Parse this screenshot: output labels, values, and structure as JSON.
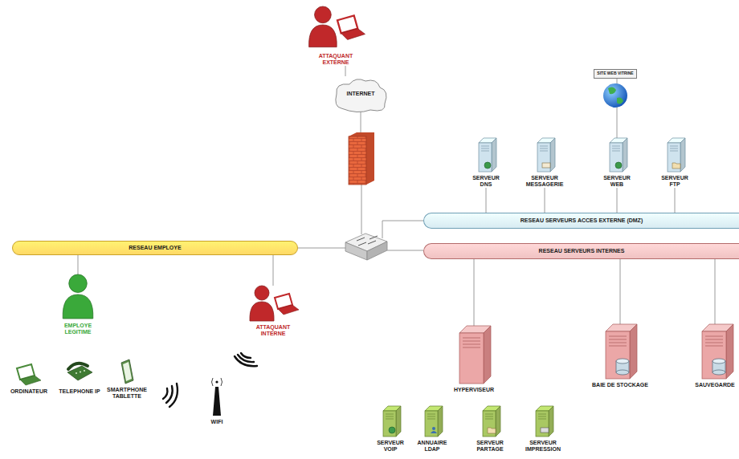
{
  "diagram": {
    "nodes": [
      {
        "text": [
          "ATTAQUANT EXTERNE"
        ]
      },
      {
        "text": [
          "INTERNET"
        ]
      },
      {
        "text": [
          "SITE WEB VITRINE"
        ]
      },
      {
        "text": [
          "SERVEUR DNS"
        ]
      },
      {
        "text": [
          "SERVEUR MESSAGERIE"
        ]
      },
      {
        "text": [
          "SERVEUR WEB"
        ]
      },
      {
        "text": [
          "SERVEUR FTP"
        ]
      },
      {
        "text": [
          "RESEAU SERVEURS ACCES EXTERNE (DMZ)"
        ]
      },
      {
        "text": [
          "RESEAU EMPLOYE"
        ]
      },
      {
        "text": [
          "RESEAU SERVEURS INTERNES"
        ]
      },
      {
        "text": [
          "EMPLOYE LEGITIME"
        ]
      },
      {
        "text": [
          "ATTAQUANT INTERNE"
        ]
      },
      {
        "text": [
          "HYPERVISEUR"
        ]
      },
      {
        "text": [
          "BAIE DE STOCKAGE"
        ]
      },
      {
        "text": [
          "SAUVEGARDE"
        ]
      },
      {
        "text": [
          "ORDINATEUR"
        ]
      },
      {
        "text": [
          "TELEPHONE IP"
        ]
      },
      {
        "text": [
          "SMARTPHONE TABLETTE"
        ]
      },
      {
        "text": [
          "WIFI"
        ]
      },
      {
        "text": [
          "SERVEUR VOIP"
        ]
      },
      {
        "text": [
          "ANNUAIRE LDAP"
        ]
      },
      {
        "text": [
          "SERVEUR PARTAGE"
        ]
      },
      {
        "text": [
          "SERVEUR IMPRESSION"
        ]
      }
    ],
    "edges": [
      {
        "from": 0,
        "to": 1,
        "arrow": "none"
      },
      {
        "from": 2,
        "to": 5,
        "arrow": "none"
      },
      {
        "from": 3,
        "to": 7,
        "arrow": "none"
      },
      {
        "from": 4,
        "to": 7,
        "arrow": "none"
      },
      {
        "from": 5,
        "to": 7,
        "arrow": "none"
      },
      {
        "from": 6,
        "to": 7,
        "arrow": "none"
      },
      {
        "from": 10,
        "to": 8,
        "arrow": "none"
      },
      {
        "from": 11,
        "to": 8,
        "arrow": "none"
      },
      {
        "from": 12,
        "to": 9,
        "arrow": "none"
      },
      {
        "from": 13,
        "to": 9,
        "arrow": "none"
      },
      {
        "from": 14,
        "to": 9,
        "arrow": "none"
      }
    ]
  }
}
